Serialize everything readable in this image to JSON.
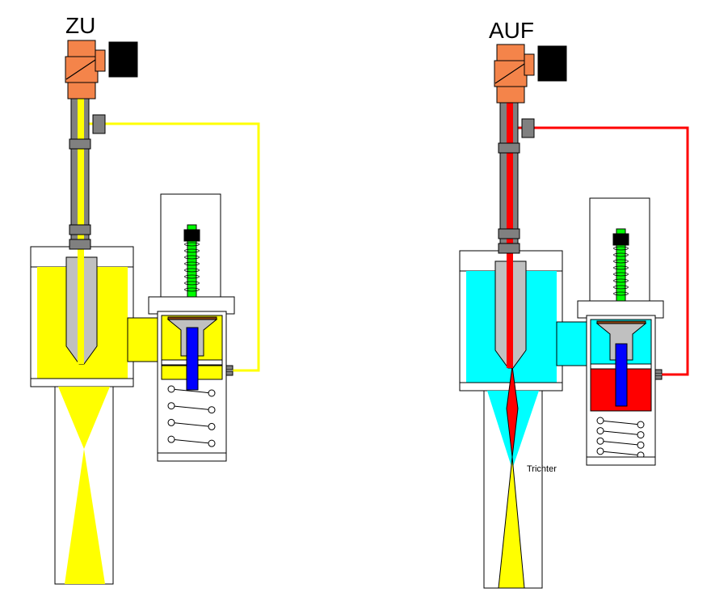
{
  "states": [
    {
      "id": "closed",
      "label": "ZU",
      "medium_color": "#ffff00",
      "control_color": "#ffff00",
      "lower_chamber_color": "#ffff00",
      "annotation": null
    },
    {
      "id": "open",
      "label": "AUF",
      "medium_color": "#00ffff",
      "control_color": "#ff0000",
      "lower_chamber_color": "#ff0000",
      "annotation": "Trichter"
    }
  ],
  "colors": {
    "valve_body": "#f4844a",
    "coil": "#000000",
    "housing": "#c0c0c0",
    "fitting": "#808080",
    "piston": "#0000ff",
    "stem": "#00ff00",
    "outflow": "#ffff00",
    "diaphragm": "#8b4513"
  },
  "icons": [
    "solenoid-valve-icon",
    "coil-icon",
    "spring-icon"
  ]
}
